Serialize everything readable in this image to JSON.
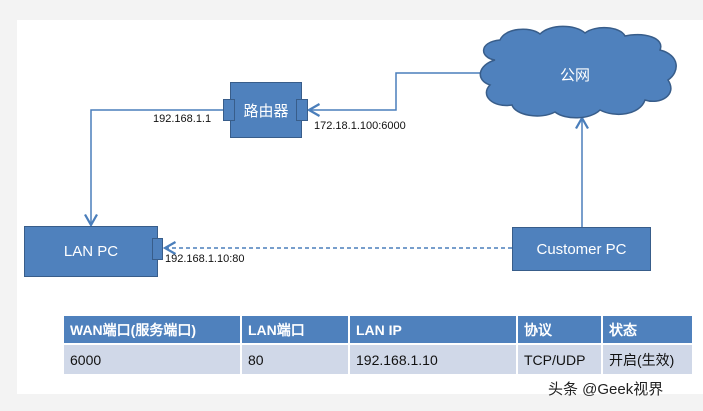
{
  "diagram": {
    "router": "路由器",
    "cloud": "公网",
    "lan_pc": "LAN PC",
    "customer_pc": "Customer PC",
    "router_lan_ip": "192.168.1.1",
    "router_wan_addr": "172.18.1.100:6000",
    "lan_pc_addr": "192.168.1.10:80",
    "colors": {
      "fill": "#4f81bd",
      "stroke": "#385d8a",
      "line": "#4a7ebb"
    }
  },
  "table": {
    "headers": [
      "WAN端口(服务端口)",
      "LAN端口",
      "LAN IP",
      "协议",
      "状态"
    ],
    "rows": [
      [
        "6000",
        "80",
        "192.168.1.10",
        "TCP/UDP",
        "开启(生效)"
      ]
    ]
  },
  "watermark": "头条 @Geek视界"
}
